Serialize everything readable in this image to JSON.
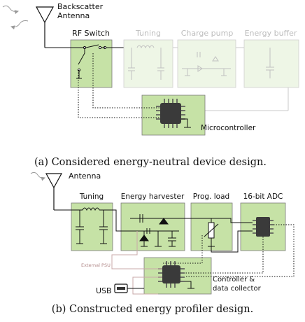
{
  "figure_a": {
    "antenna_label_line1": "Backscatter",
    "antenna_label_line2": "Antenna",
    "rf_switch_label": "RF Switch",
    "tuning_label": "Tuning",
    "charge_pump_label": "Charge pump",
    "energy_buffer_label": "Energy buffer",
    "microcontroller_label": "Microcontroller",
    "caption": "(a) Considered energy-neutral device design."
  },
  "figure_b": {
    "antenna_label": "Antenna",
    "tuning_label": "Tuning",
    "energy_harvester_label": "Energy harvester",
    "prog_load_label": "Prog. load",
    "adc_label": "16-bit ADC",
    "external_psu_label": "External PSU",
    "usb_label": "USB",
    "controller_label_line1": "Controller &",
    "controller_label_line2": "data collector",
    "caption": "(b) Constructed energy profiler design."
  },
  "colors": {
    "block_green": "#c6e2a6",
    "block_green_faint": "#e8f2dc",
    "block_border": "#7a7a7a",
    "wire": "#111111",
    "faint_wire": "#bdbdbd",
    "psu_wire": "#c9a8a8"
  }
}
